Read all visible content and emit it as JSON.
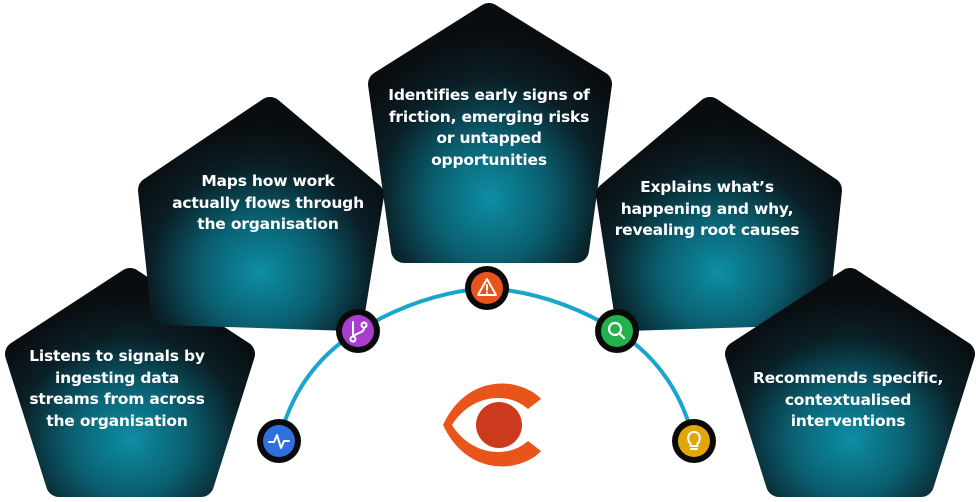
{
  "stages": [
    {
      "text": "Listens to signals by ingesting data streams from across the organisation",
      "icon": "pulse-icon",
      "color": "#2f6fe0"
    },
    {
      "text": "Maps how work actually flows through the organisation",
      "icon": "branch-icon",
      "color": "#a63fd0"
    },
    {
      "text": "Identifies early signs of friction, emerging risks or untapped opportunities",
      "icon": "warning-icon",
      "color": "#e8541a"
    },
    {
      "text": "Explains what’s happening and why, revealing root causes",
      "icon": "search-icon",
      "color": "#22b14c"
    },
    {
      "text": "Recommends specific, contextualised interventions",
      "icon": "lightbulb-icon",
      "color": "#e0a60a"
    }
  ],
  "colors": {
    "arc": "#1aa6cc",
    "logo_orange": "#e8541a",
    "logo_red": "#cc3a1e",
    "pentagon_dark": "#0b1013",
    "pentagon_teal": "#0b7a8e"
  }
}
